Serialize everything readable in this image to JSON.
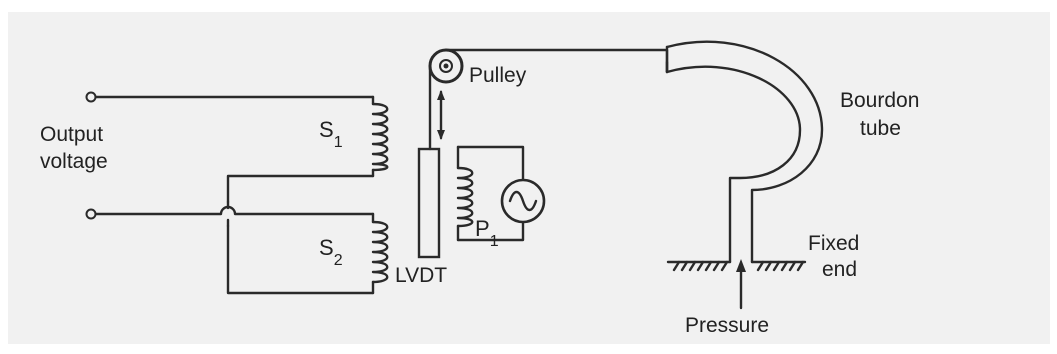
{
  "labels": {
    "output_line1": "Output",
    "output_line2": "voltage",
    "s1_letter": "S",
    "s1_sub": "1",
    "s2_letter": "S",
    "s2_sub": "2",
    "p1_letter": "P",
    "p1_sub": "1",
    "lvdt": "LVDT",
    "pulley": "Pulley",
    "bourdon_line1": "Bourdon",
    "bourdon_line2": "tube",
    "fixed_line1": "Fixed",
    "fixed_line2": "end",
    "pressure": "Pressure"
  },
  "colors": {
    "panel_background": "#f1f1f1",
    "line": "#2a2a2a"
  }
}
